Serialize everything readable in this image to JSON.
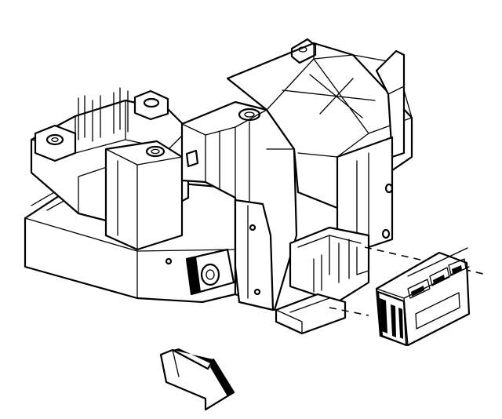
{
  "diagram": {
    "type": "exploded-view-line-drawing",
    "elements": [
      "bracket-assembly",
      "module",
      "install-direction-arrow",
      "alignment-guide"
    ]
  }
}
